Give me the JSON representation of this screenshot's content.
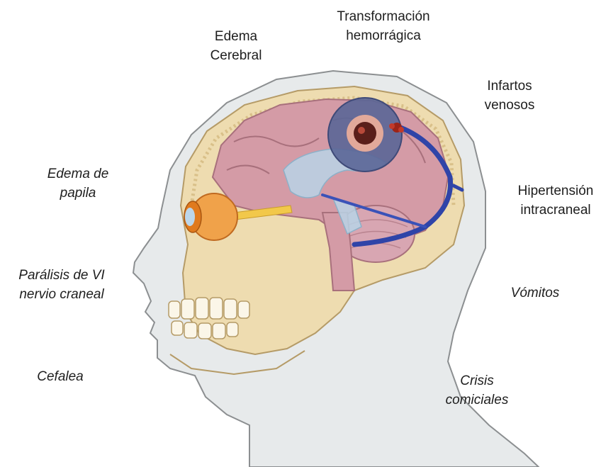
{
  "labels": {
    "edema_cerebral": "Edema\nCerebral",
    "transformacion": "Transformación\nhemorrágica",
    "infartos": "Infartos\nvenosos",
    "edema_papila": "Edema de\npapila",
    "hipertension": "Hipertensión\nintracraneal",
    "paralisis": "Parálisis de VI\nnervio craneal",
    "vomitos": "Vómitos",
    "cefalea": "Cefalea",
    "crisis": "Crisis\ncomiciales"
  },
  "icons": [
    "head-silhouette",
    "skull",
    "brain",
    "eye",
    "hemorrhage",
    "clot",
    "venous-sinus"
  ],
  "colors": {
    "background": "#ffffff",
    "head_skin": "#e7eaeb",
    "head_outline": "#8c8f91",
    "skull": "#eedcb0",
    "brain": "#d49ba6",
    "ventricles": "#b9d3e6",
    "hemorrhage_area": "#5a6697",
    "vein": "#2f44a8",
    "iris": "#e07a1e",
    "text": "#1e1e1e"
  }
}
